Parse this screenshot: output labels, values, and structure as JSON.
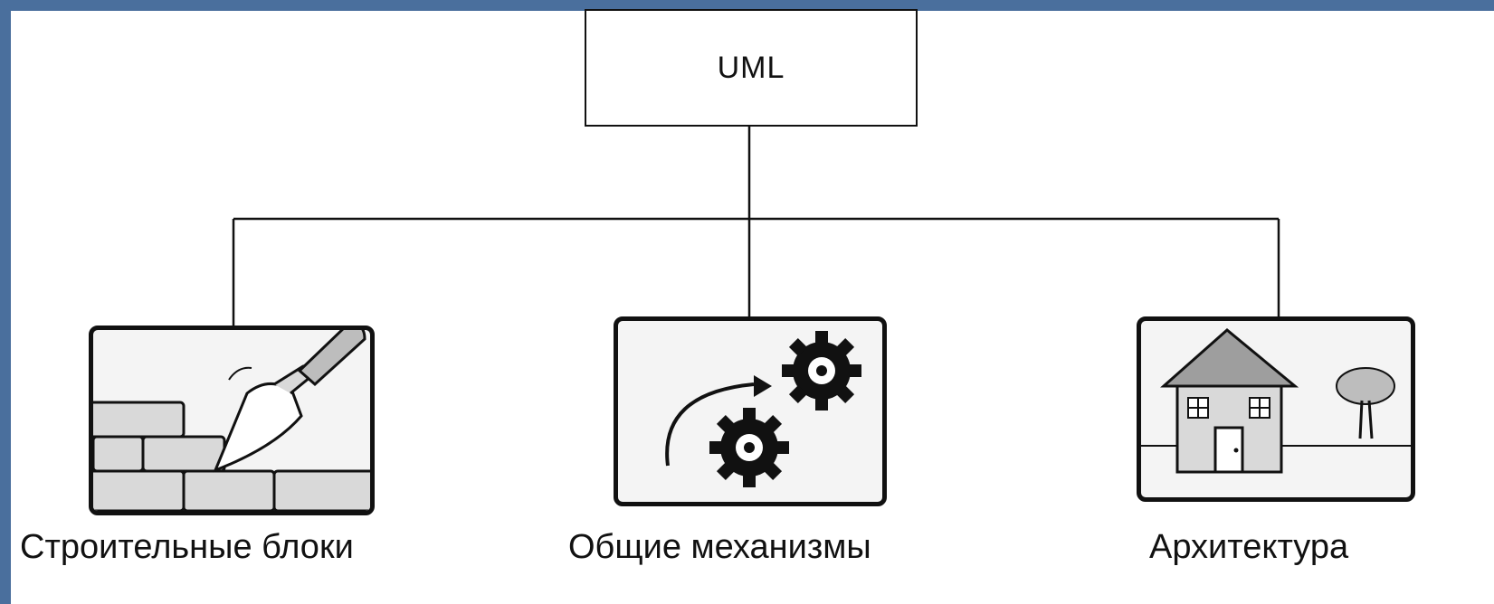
{
  "root": {
    "label": "UML"
  },
  "children": [
    {
      "label": "Строительные блоки",
      "illustration": "trowel-bricks-icon"
    },
    {
      "label": "Общие механизмы",
      "illustration": "gears-icon"
    },
    {
      "label": "Архитектура",
      "illustration": "house-icon"
    }
  ],
  "colors": {
    "frame": "#4a6f9d",
    "background": "#ffffff",
    "line": "#111111",
    "fill": "#d9d9d9"
  }
}
